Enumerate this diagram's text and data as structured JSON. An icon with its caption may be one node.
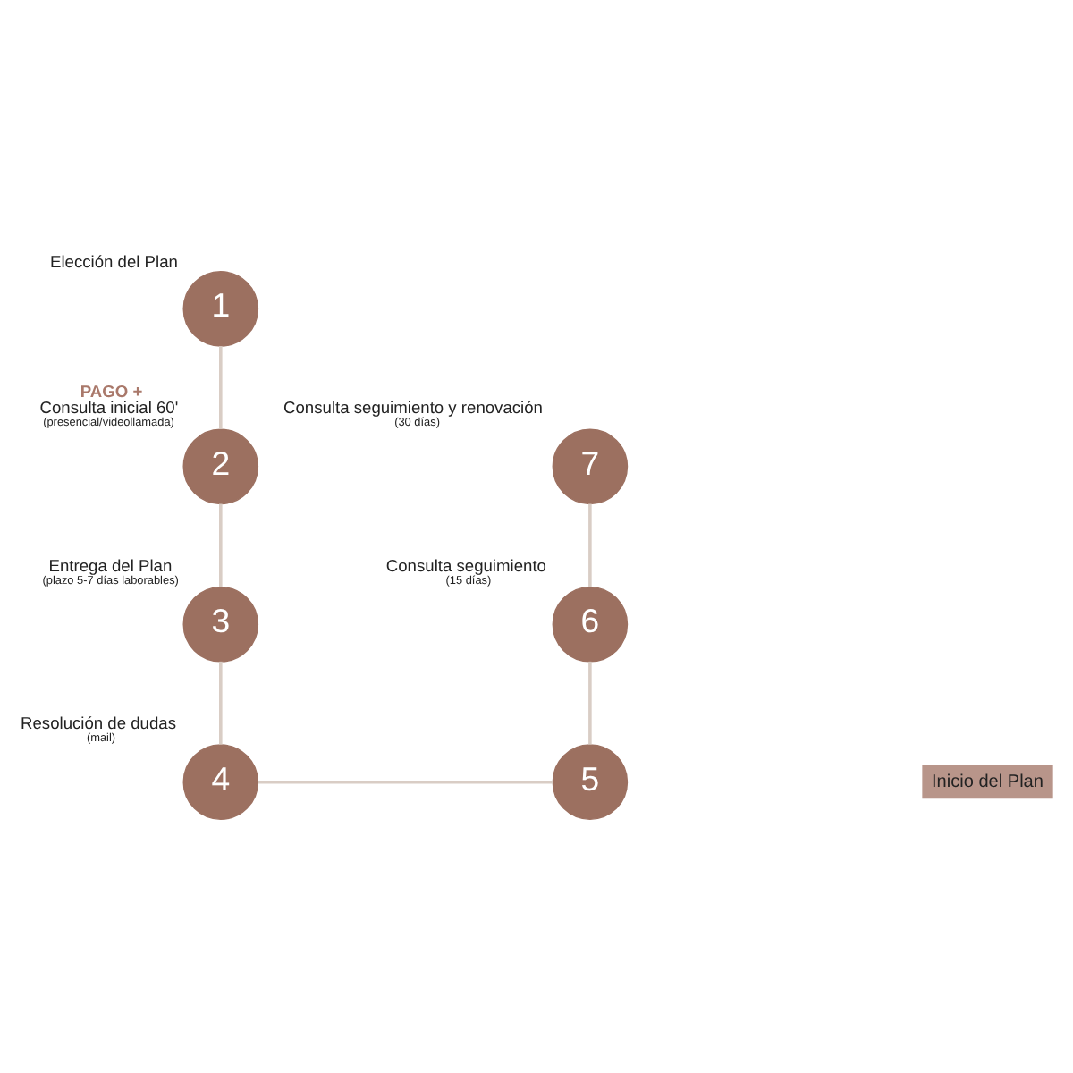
{
  "diagram": {
    "nodes": [
      {
        "text": [
          "1"
        ],
        "beside": [
          "Elección del Plan"
        ]
      },
      {
        "text": [
          "2"
        ],
        "beside": [
          "PAGO +",
          "Consulta inicial 60'",
          "(presencial/videollamada)"
        ]
      },
      {
        "text": [
          "3"
        ],
        "beside": [
          "Entrega del Plan",
          "(plazo 5-7 días laborables)"
        ]
      },
      {
        "text": [
          "4"
        ],
        "beside": [
          "Resolución de dudas",
          "(mail)"
        ]
      },
      {
        "text": [
          "5"
        ]
      },
      {
        "text": [
          "6"
        ],
        "beside": [
          "Consulta seguimiento",
          "(15 días)"
        ]
      },
      {
        "text": [
          "7"
        ],
        "beside": [
          "Consulta seguimiento y renovación",
          "(30 días)"
        ]
      },
      {
        "text": [
          "Inicio del Plan"
        ]
      }
    ],
    "edges": [
      {
        "from": 0,
        "to": 1,
        "arrow": "none"
      },
      {
        "from": 1,
        "to": 2,
        "arrow": "none"
      },
      {
        "from": 2,
        "to": 3,
        "arrow": "none"
      },
      {
        "from": 3,
        "to": 4,
        "arrow": "none"
      },
      {
        "from": 4,
        "to": 5,
        "arrow": "none"
      },
      {
        "from": 5,
        "to": 6,
        "arrow": "none"
      }
    ]
  }
}
